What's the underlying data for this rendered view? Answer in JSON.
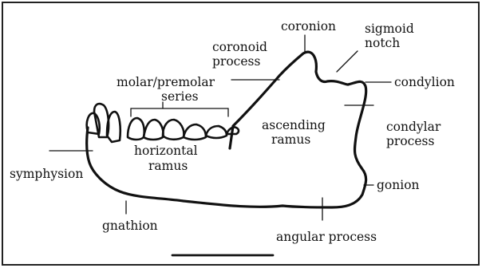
{
  "diagram": {
    "labels": {
      "coronion": "coronion",
      "sigmoid_notch_1": "sigmoid",
      "sigmoid_notch_2": "notch",
      "coronoid_process_1": "coronoid",
      "coronoid_process_2": "process",
      "condylion": "condylion",
      "molar_premolar_1": "molar/premolar",
      "molar_premolar_2": "series",
      "ascending_ramus_1": "ascending",
      "ascending_ramus_2": "ramus",
      "condylar_process_1": "condylar",
      "condylar_process_2": "process",
      "horizontal_ramus_1": "horizontal",
      "horizontal_ramus_2": "ramus",
      "symphysion": "symphysion",
      "gonion": "gonion",
      "gnathion": "gnathion",
      "angular_process": "angular process"
    }
  }
}
